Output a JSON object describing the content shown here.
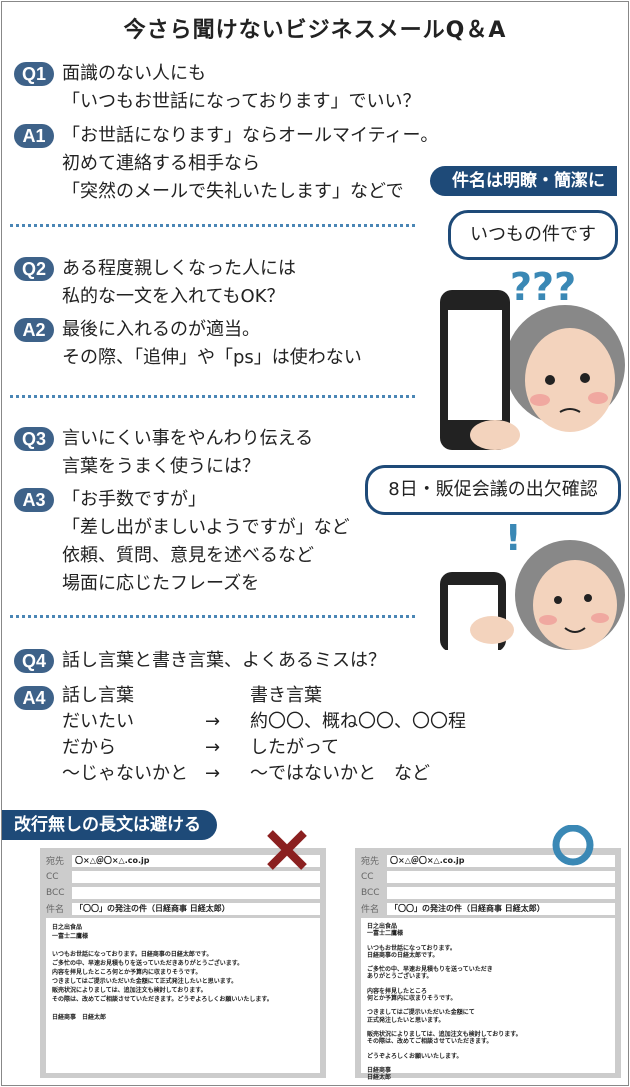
{
  "title": "今さら聞けないビジネスメールQ＆A",
  "qa": [
    {
      "q_badge": "Q1",
      "q": "面識のない人にも\n「いつもお世話になっております」でいい？",
      "a_badge": "A1",
      "a": "「お世話になります」ならオールマイティー。\n初めて連絡する相手なら\n「突然のメールで失礼いたします」などで"
    },
    {
      "q_badge": "Q2",
      "q": "ある程度親しくなった人には\n私的な一文を入れてもOK？",
      "a_badge": "A2",
      "a": "最後に入れるのが適当。\nその際、「追伸」や「ps」は使わない"
    },
    {
      "q_badge": "Q3",
      "q": "言いにくい事をやんわり伝える\n言葉をうまく使うには？",
      "a_badge": "A3",
      "a": "「お手数ですが」\n「差し出がましいようですが」など\n依頼、質問、意見を述べるなど\n場面に応じたフレーズを"
    },
    {
      "q_badge": "Q4",
      "q": "話し言葉と書き言葉、よくあるミスは？",
      "a_badge": "A4"
    }
  ],
  "a4_table": {
    "left": "話し言葉\nだいたい\nだから\n～じゃないかと",
    "arrows": "\n→\n→\n→",
    "right": "書き言葉\n約〇〇、概ね〇〇、〇〇程\nしたがって\n～ではないかと　など"
  },
  "ribbon_subject": "件名は明瞭・簡潔に",
  "bubble1": "いつもの件です",
  "bubble1_marks": "???",
  "bubble2": "8日・販促会議の出欠確認",
  "bubble2_mark": "!",
  "ribbon_long": "改行無しの長文は避ける",
  "mail_labels": {
    "to": "宛先",
    "cc": "CC",
    "bcc": "BCC",
    "subject": "件名"
  },
  "mail_to": "〇×△＠〇×△.co.jp",
  "mail_subject": "「〇〇」の発注の件（日経商事 日経太郎）",
  "bad_mail_body": "日之出食品\n一富士二鷹様\n\nいつもお世話になっております。日経商事の日経太郎です。\nご多忙の中、早速お見積もりを送っていただきありがとうございます。\n内容を拝見したところ何とか予算内に収まりそうです。\nつきましてはご提示いただいた金額にて正式発注したいと思います。\n販売状況によりましては、追加注文も検討しております。\nその際は、改めてご相談させていただきます。どうぞよろしくお願いいたします。\n\n日経商事　日経太郎",
  "good_mail_body": "日之出食品\n一富士二鷹様\n\nいつもお世話になっております。\n日経商事の日経太郎です。\n\nご多忙の中、早速お見積もりを送っていただき\nありがとうございます。\n\n内容を拝見したところ\n何とか予算内に収まりそうです。\n\nつきましてはご提示いただいた金額にて\n正式発注したいと思います。\n\n販売状況によりましては、追加注文も検討しております。\nその際は、改めてご相談させていただきます。\n\nどうぞよろしくお願いいたします。\n\n日経商事\n日経太郎",
  "colors": {
    "badge": "#3e6289",
    "ribbon": "#1e4a78",
    "divider": "#4a86b5",
    "cross": "#8b2020",
    "circle": "#3a88b5"
  }
}
